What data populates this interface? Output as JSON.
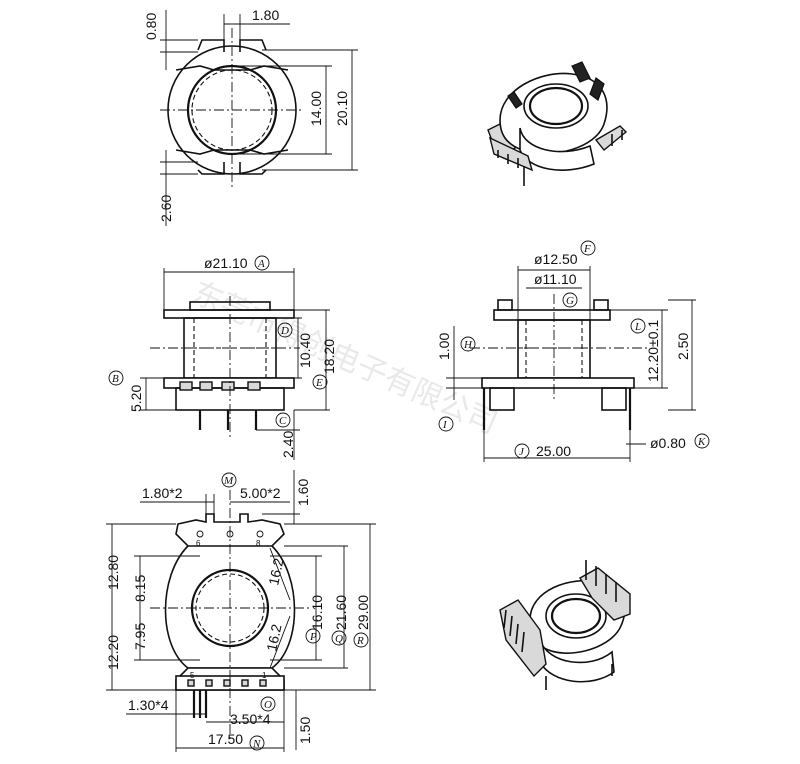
{
  "watermark": "东莞市得创电子有限公司",
  "dims": {
    "top_tab_height": "0.80",
    "top_slot_width": "1.80",
    "top_inner_dia": "14.00",
    "top_outer_dia": "20.10",
    "top_bottom_gap": "2.60",
    "front_flange_dia": "ø21.10",
    "front_winding_height": "10.40",
    "front_total_height": "18.20",
    "front_base_height": "5.20",
    "front_pin_length": "2.40",
    "side_outer_dia": "ø12.50",
    "side_inner_dia": "ø11.10",
    "side_flange_thk": "1.00",
    "side_height": "12.20±0.1",
    "side_step": "2.50",
    "side_pin_span": "25.00",
    "side_pin_dia": "ø0.80",
    "bottom_slot_width": "1.80*2",
    "bottom_pin_pitch_top": "5.00*2",
    "bottom_top_pin": "1.60",
    "bottom_upper_half": "12.80",
    "bottom_upper_inner": "8.15",
    "bottom_lower_inner": "7.95",
    "bottom_lower_half": "12.20",
    "bottom_chord_upper": "16.2",
    "bottom_chord_lower": "16.2",
    "bottom_inner_width": "16.10",
    "bottom_mid_width": "21.60",
    "bottom_total_width": "29.00",
    "bottom_pin_width": "1.30*4",
    "bottom_pin_pitch_bottom": "3.50*4",
    "bottom_bottom_pin": "1.50",
    "bottom_base_width": "17.50"
  },
  "labels": {
    "A": "A",
    "B": "B",
    "C": "C",
    "D": "D",
    "E": "E",
    "F": "F",
    "G": "G",
    "H": "H",
    "I": "I",
    "J": "J",
    "K": "K",
    "L": "L",
    "M": "M",
    "N": "N",
    "O": "O",
    "P": "P",
    "Q": "Q",
    "R": "R"
  },
  "pin_numbers": {
    "top_left": "6",
    "top_right": "8",
    "bottom_left": "5",
    "bottom_right": "1"
  }
}
